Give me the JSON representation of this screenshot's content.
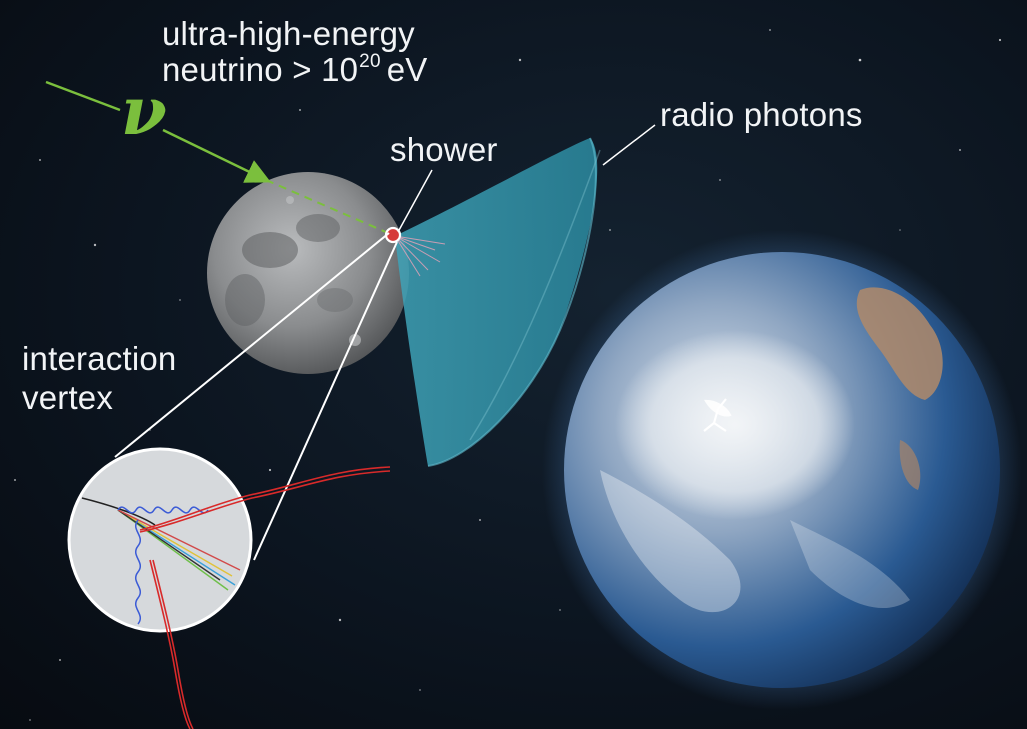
{
  "labels": {
    "neutrino_line1": "ultra-high-energy",
    "neutrino_line2_prefix": "neutrino > 10",
    "neutrino_exponent": "20",
    "neutrino_unit": "eV",
    "neutrino_symbol": "ν",
    "shower": "shower",
    "radio_photons": "radio photons",
    "interaction_line1": "interaction",
    "interaction_line2": "vertex"
  },
  "colors": {
    "background": "#0c1520",
    "neutrino_arrow": "#7bbf3d",
    "cone": "#2f8ea3",
    "label_text": "#f2f4f6",
    "inset_fill": "#d6d9dc",
    "radio_wave": "#d82a2a",
    "wiggle_wave": "#3b5bd6",
    "earth_ocean": "#1d4d86",
    "moon": "#8a8c8e"
  },
  "icons": {
    "radio_telescope": "radio-telescope-icon"
  }
}
